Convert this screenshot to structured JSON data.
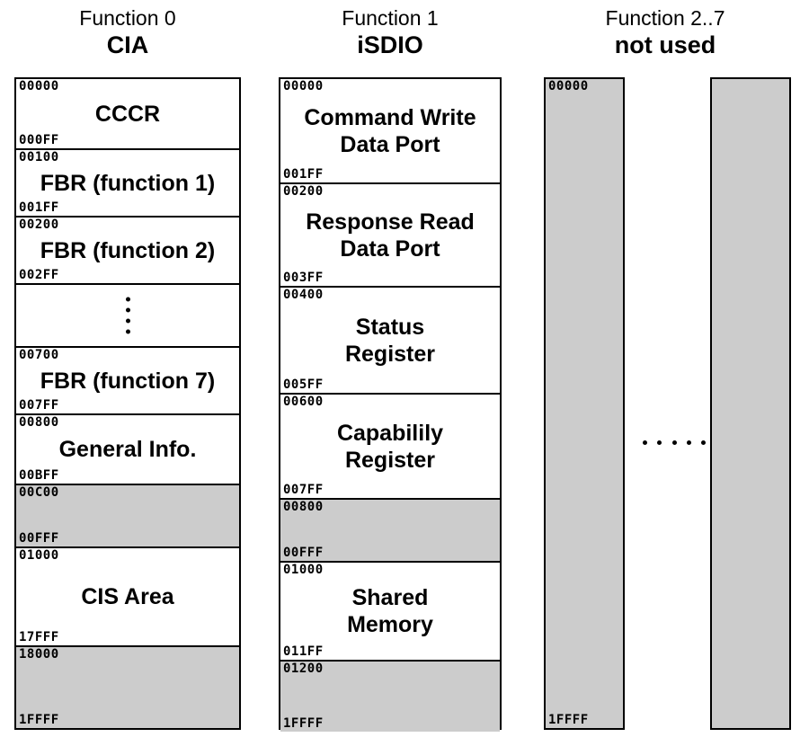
{
  "columns": [
    {
      "header_line1": "Function 0",
      "header_line2": "CIA",
      "blocks": [
        {
          "start": "00000",
          "end": "000FF",
          "label": "CCCR",
          "label2": "",
          "reserved": false
        },
        {
          "start": "00100",
          "end": "001FF",
          "label": "FBR (function 1)",
          "label2": "",
          "reserved": false
        },
        {
          "start": "00200",
          "end": "002FF",
          "label": "FBR (function 2)",
          "label2": "",
          "reserved": false
        },
        {
          "start": "",
          "end": "",
          "label": "",
          "label2": "",
          "reserved": false,
          "ellipsis": true
        },
        {
          "start": "00700",
          "end": "007FF",
          "label": "FBR (function 7)",
          "label2": "",
          "reserved": false
        },
        {
          "start": "00800",
          "end": "00BFF",
          "label": "General Info.",
          "label2": "",
          "reserved": false
        },
        {
          "start": "00C00",
          "end": "00FFF",
          "label": "",
          "label2": "",
          "reserved": true
        },
        {
          "start": "01000",
          "end": "17FFF",
          "label": "CIS Area",
          "label2": "",
          "reserved": false
        },
        {
          "start": "18000",
          "end": "1FFFF",
          "label": "",
          "label2": "",
          "reserved": true
        }
      ]
    },
    {
      "header_line1": "Function 1",
      "header_line2": "iSDIO",
      "blocks": [
        {
          "start": "00000",
          "end": "001FF",
          "label": "Command Write",
          "label2": "Data Port",
          "reserved": false
        },
        {
          "start": "00200",
          "end": "003FF",
          "label": "Response Read",
          "label2": "Data Port",
          "reserved": false
        },
        {
          "start": "00400",
          "end": "005FF",
          "label": "Status",
          "label2": "Register",
          "reserved": false
        },
        {
          "start": "00600",
          "end": "007FF",
          "label": "Capabilily",
          "label2": "Register",
          "reserved": false
        },
        {
          "start": "00800",
          "end": "00FFF",
          "label": "",
          "label2": "",
          "reserved": true
        },
        {
          "start": "01000",
          "end": "011FF",
          "label": "Shared",
          "label2": "Memory",
          "reserved": false
        },
        {
          "start": "01200",
          "end": "1FFFF",
          "label": "",
          "label2": "",
          "reserved": true
        }
      ]
    },
    {
      "header_line1": "Function 2..7",
      "header_line2": "not used",
      "bars": [
        {
          "start": "00000",
          "end": "1FFFF",
          "reserved": true
        },
        {
          "start": "",
          "end": "",
          "reserved": true
        }
      ],
      "ellipsis_dots": 5
    }
  ]
}
